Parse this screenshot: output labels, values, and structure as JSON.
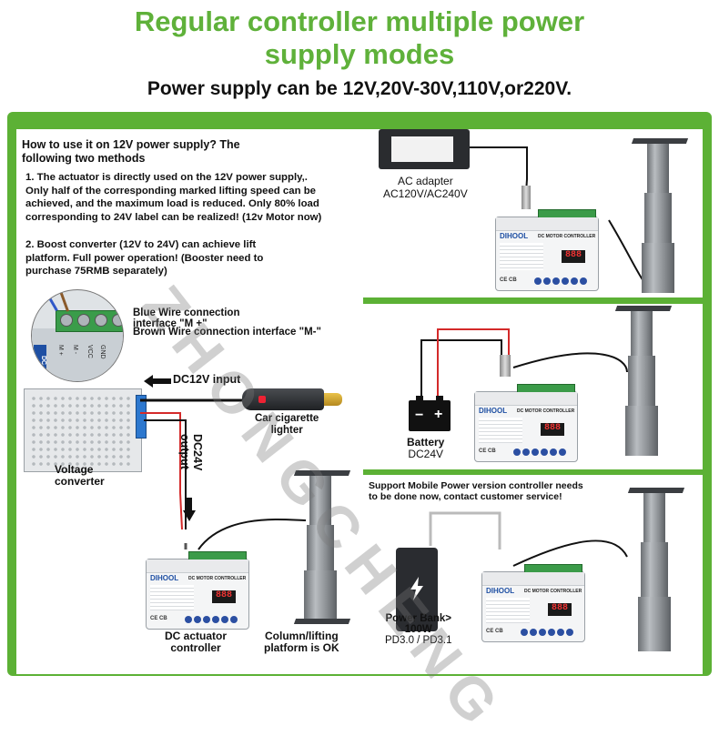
{
  "header": {
    "title_line1": "Regular controller multiple power",
    "title_line2": "supply modes",
    "subtitle": "Power supply can be 12V,20V-30V,110V,or220V."
  },
  "left": {
    "howto_line1": "How to use it on 12V power supply? The",
    "howto_line2": "following two methods",
    "method1_line1": "1. The actuator is directly used on the 12V power supply,.",
    "method1_line2": "Only half of the corresponding marked lifting speed can be",
    "method1_line3": "achieved, and the maximum load is reduced. Only 80% load",
    "method1_line4": "corresponding to 24V label can be realized! (12v Motor now)",
    "method2_line1": "2. Boost converter (12V to 24V) can achieve lift",
    "method2_line2": "platform. Full power operation! (Booster need to",
    "method2_line3": "purchase 75RMB separately)",
    "blue_wire_line1": "Blue Wire connection",
    "blue_wire_line2": "interface \"M +\"",
    "brown_wire": "Brown Wire connection interface \"M-\"",
    "dc12v_input": "DC12V input",
    "car_lighter_line1": "Car cigarette",
    "car_lighter_line2": "lighter",
    "dc24v_output_line1": "DC24V",
    "dc24v_output_line2": "output",
    "voltage_converter_line1": "Voltage",
    "voltage_converter_line2": "converter",
    "dc_actuator_line1": "DC actuator",
    "dc_actuator_line2": "controller",
    "column_line1": "Column/lifting",
    "column_line2": "platform is OK",
    "terminal_labels": [
      "DC",
      "M +",
      "M -",
      "VCC",
      "GND"
    ]
  },
  "right_top": {
    "ac_adapter_line1": "AC adapter",
    "ac_adapter_line2": "AC120V/AC240V"
  },
  "right_mid": {
    "battery_line1": "Battery",
    "battery_line2": "DC24V"
  },
  "right_bottom": {
    "support_line1": "Support Mobile Power version controller needs",
    "support_line2": "to be done now, contact customer service!",
    "powerbank_line1": "Power Bank>",
    "powerbank_line2": "100W",
    "powerbank_line3": "PD3.0 / PD3.1"
  },
  "controller": {
    "brand": "DIHOOL",
    "label": "DC MOTOR CONTROLLER",
    "display": "888",
    "cert": "CE CB"
  },
  "watermark": "ZHONGCHENG",
  "colors": {
    "accent_green": "#5fb13a",
    "frame_green": "#5cb135",
    "brand_blue": "#1e4fa3",
    "red_wire": "#d42a2a"
  }
}
